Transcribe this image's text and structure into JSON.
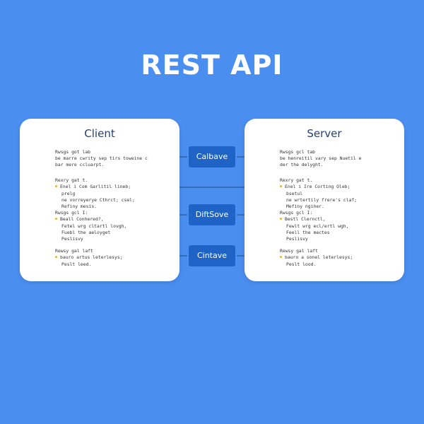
{
  "title": "REST API",
  "client": {
    "title": "Client",
    "blocks": [
      [
        "Rwsgs got lab",
        "be marre cwrity sep tirs toweine c",
        "bar mere ccluarpt."
      ],
      [
        "Rexry gat t.",
        "Enel i  Com Garlitil lineb;",
        "prelg",
        "ne vorreyerye Cthrct; csel;",
        "Refiny mesis."
      ],
      [
        "Rwsgs gcl I:",
        "Beall Conhered?,",
        "Fetel wrg cltartl lovgh,",
        "Fuebl the aeloyget",
        "Peslisvy"
      ],
      [
        "Rewsy gal laft",
        "bauro artus leterlesys;",
        "Peslt leed."
      ]
    ]
  },
  "server": {
    "title": "Server",
    "blocks": [
      [
        "Rwsgs gcl tab",
        "be henreitil vary sep Nuetil e",
        "der the delyght."
      ],
      [
        "Rexry gat t.",
        "Enel i  Ire Corting Oleb;",
        "bsetul",
        "ne wrtertily frere's claf;",
        "Mefiny ngiher."
      ],
      [
        "Rwsgs gcl I:",
        "Bestl Clernctl,",
        "Fewlt wrg ecl/ertl wgh,",
        "Feell the mectes",
        "Peslisvy"
      ],
      [
        "Rewsy gal laft",
        "bauro a sonel leterlesys;",
        "Peslt lood."
      ]
    ]
  },
  "methods": [
    "Calbave",
    "DiftSove",
    "Cintave"
  ],
  "colors": {
    "background": "#4a8ef0",
    "method_bg": "#1f63c6",
    "arrow": "#2a5a9e",
    "bullet": "#e5b21f"
  }
}
